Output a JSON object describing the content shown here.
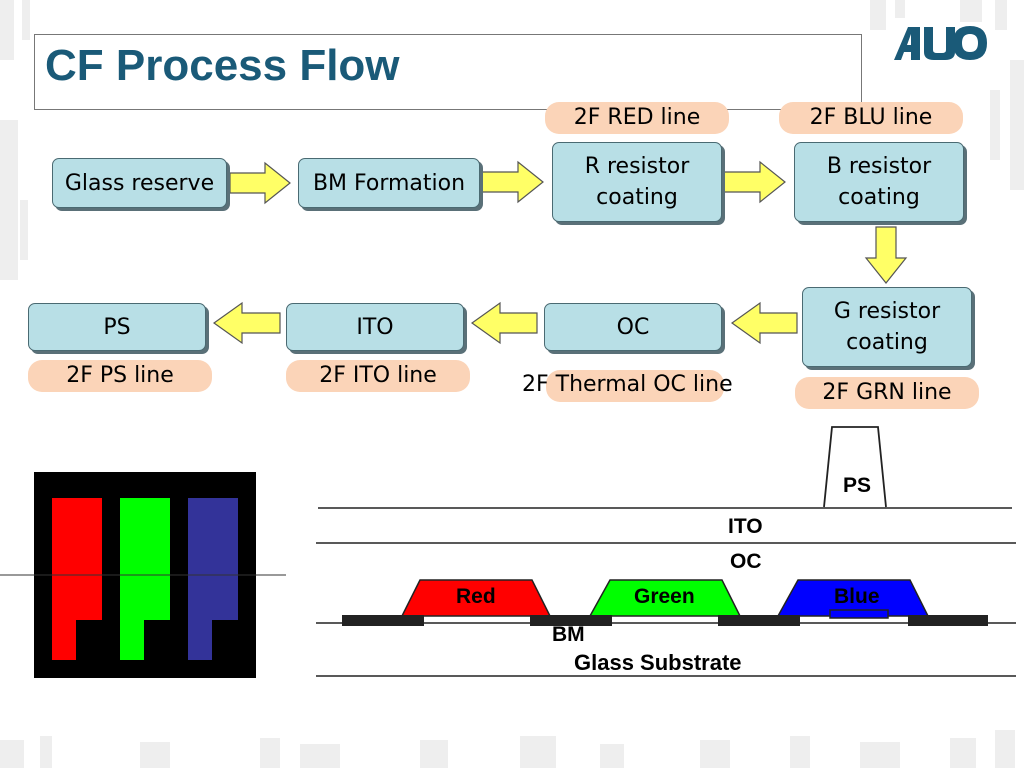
{
  "title": "CF Process Flow",
  "logo_text": "AUO",
  "steps": {
    "glass": "Glass reserve",
    "bm": "BM Formation",
    "r_line1": "R resistor",
    "r_line2": "coating",
    "b_line1": "B resistor",
    "b_line2": "coating",
    "g_line1": "G resistor",
    "g_line2": "coating",
    "oc": "OC",
    "ito": "ITO",
    "ps": "PS"
  },
  "lines": {
    "red": "2F RED line",
    "blu": "2F BLU line",
    "grn": "2F GRN line",
    "thermal_oc": "2F Thermal OC line",
    "ito": "2F ITO line",
    "ps": "2F PS line"
  },
  "cross_section": {
    "ps": "PS",
    "ito": "ITO",
    "oc": "OC",
    "red": "Red",
    "green": "Green",
    "blue": "Blue",
    "bm": "BM",
    "glass": "Glass Substrate"
  },
  "colors": {
    "title": "#1a5a78",
    "step_fill": "#b8dfe6",
    "label_fill": "#fbd4b8",
    "arrow_fill": "#ffff66",
    "red": "#ff0000",
    "green": "#00ff00",
    "blue": "#0000ff",
    "pixel_blue": "#333399"
  }
}
